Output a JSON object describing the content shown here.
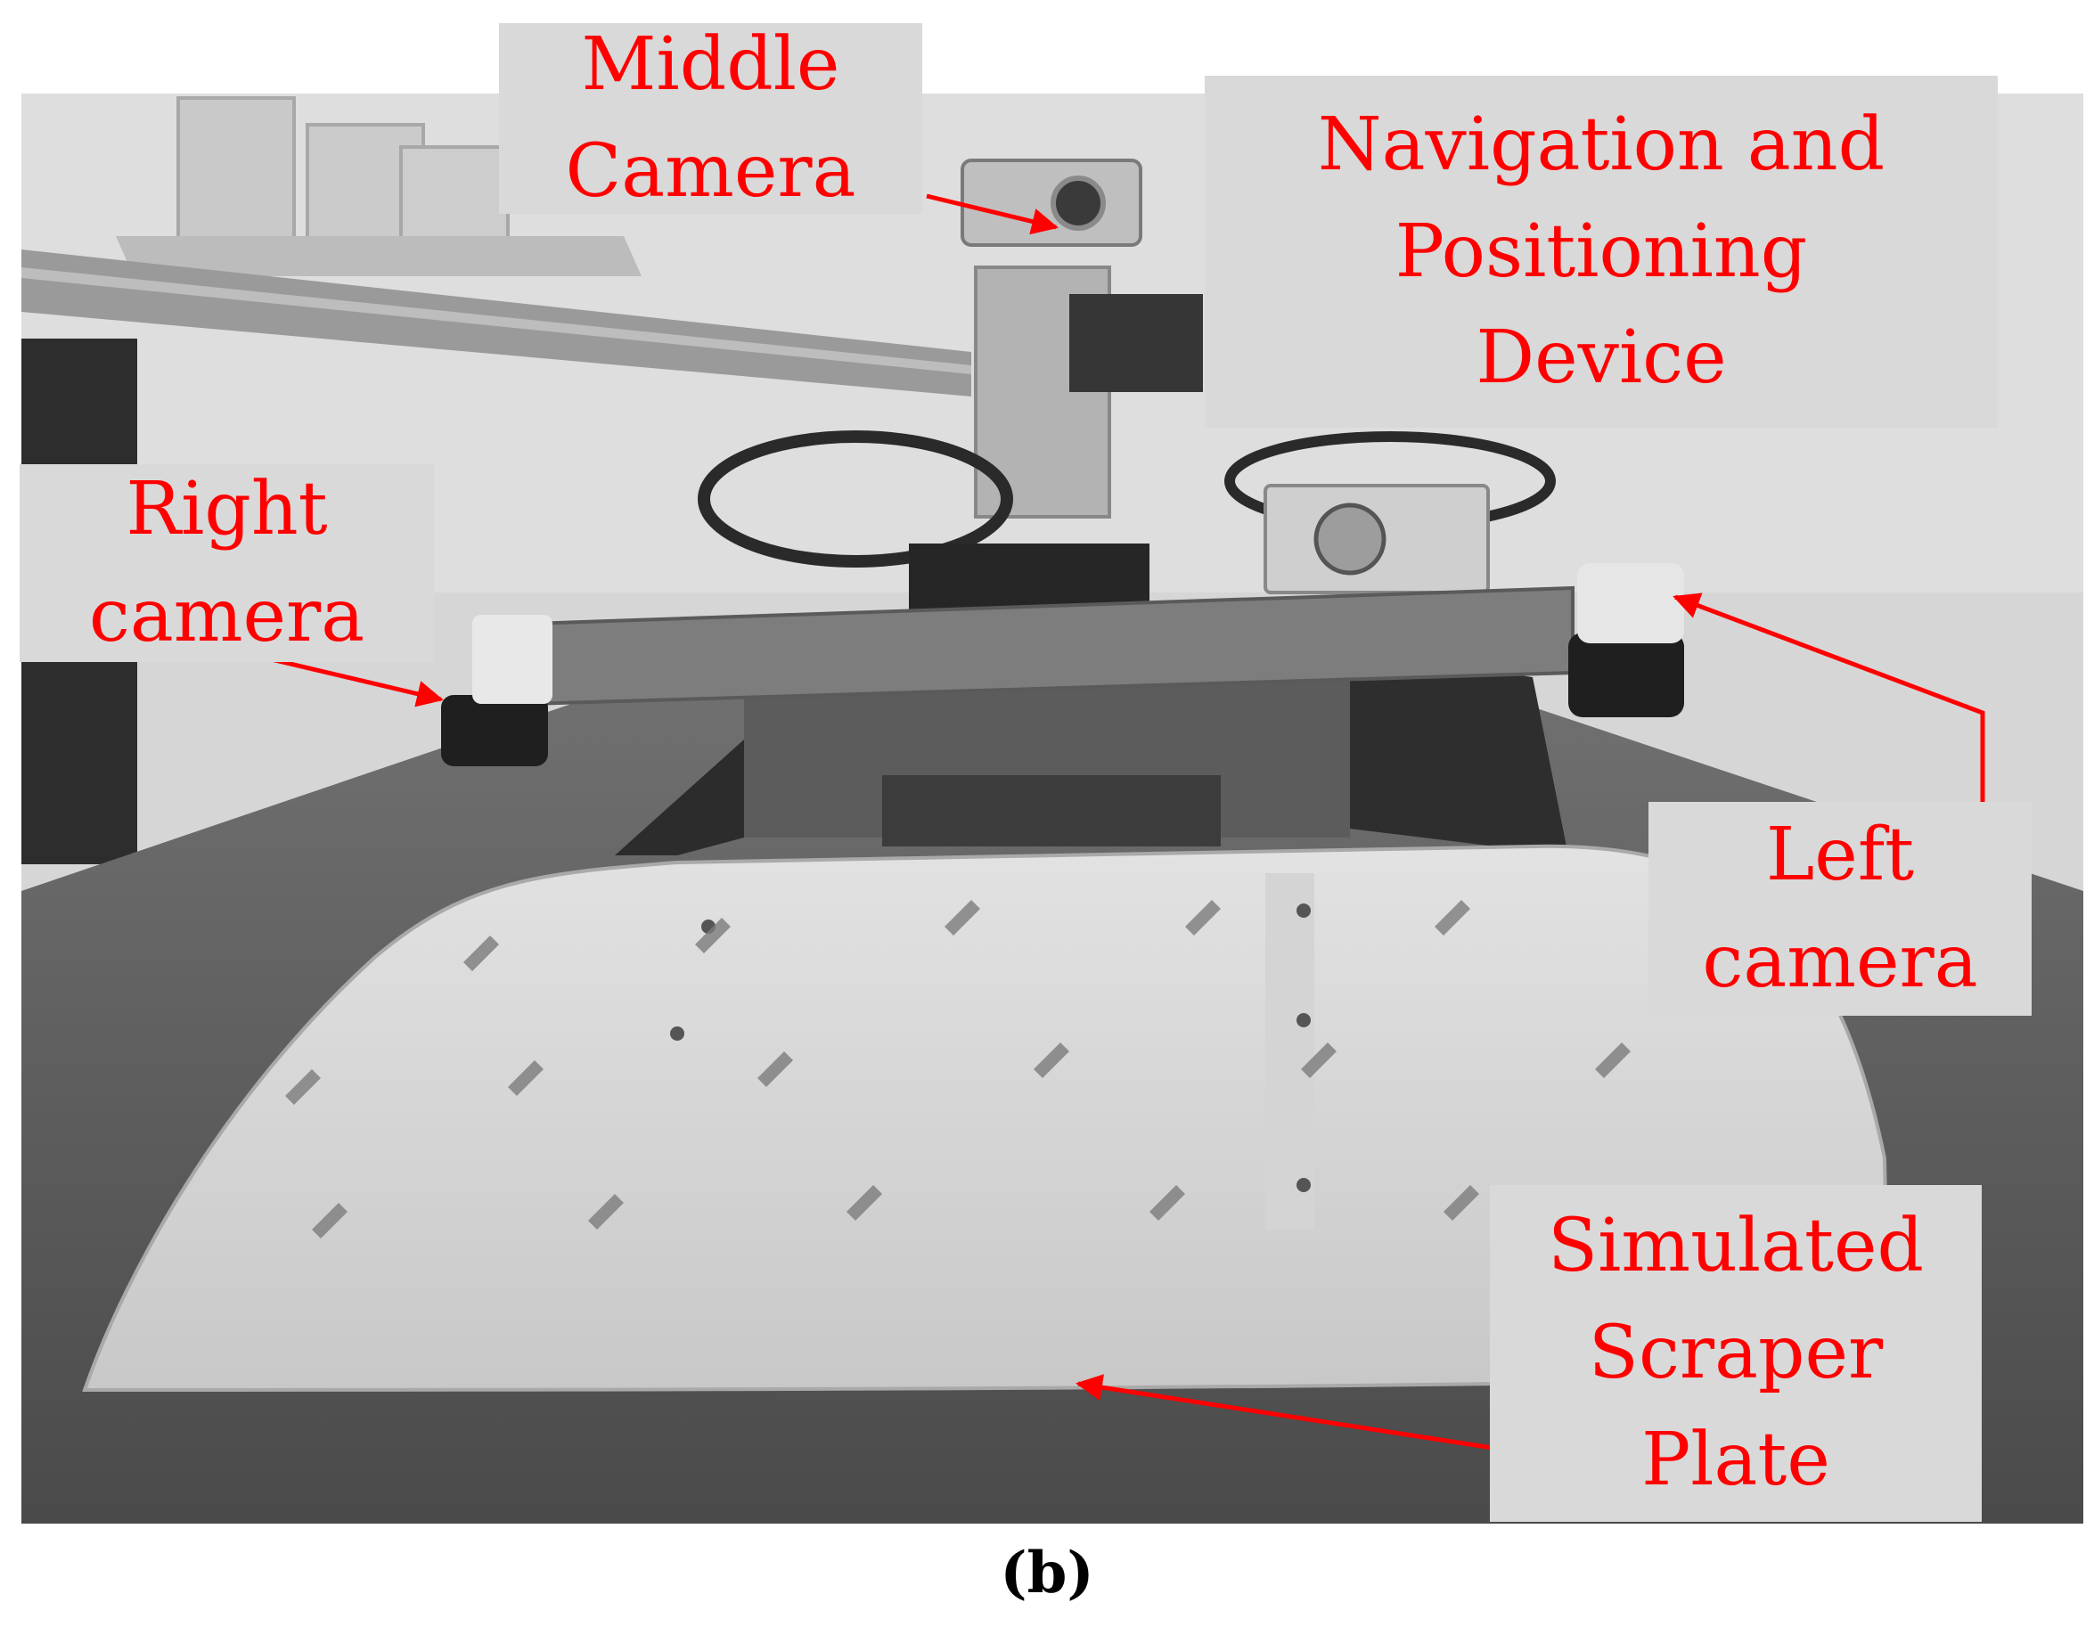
{
  "labels": {
    "middle_camera": "Middle\nCamera",
    "navigation_device": "Navigation and\nPositioning\nDevice",
    "right_camera": "Right\ncamera",
    "left_camera": "Left\ncamera",
    "scraper_plate": "Simulated\nScraper\nPlate"
  },
  "caption": "(b)",
  "colors": {
    "label_text": "#ff0000",
    "arrow": "#ff0000",
    "label_bg": "#d9d9d9"
  }
}
